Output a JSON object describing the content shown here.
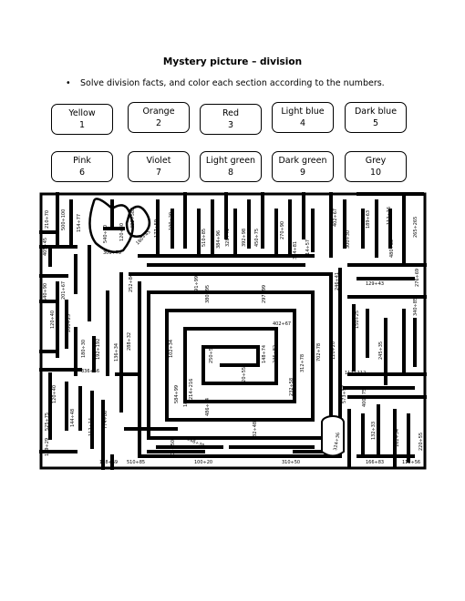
{
  "title": "Mystery picture – division",
  "instruction": "Solve division facts, and color each section according to the numbers.",
  "key": [
    {
      "color": "Yellow",
      "number": "1"
    },
    {
      "color": "Orange",
      "number": "2"
    },
    {
      "color": "Red",
      "number": "3"
    },
    {
      "color": "Light blue",
      "number": "4"
    },
    {
      "color": "Dark blue",
      "number": "5"
    },
    {
      "color": "Pink",
      "number": "6"
    },
    {
      "color": "Violet",
      "number": "7"
    },
    {
      "color": "Light green",
      "number": "8"
    },
    {
      "color": "Dark green",
      "number": "9"
    },
    {
      "color": "Grey",
      "number": "10"
    }
  ],
  "facts": [
    "210÷70",
    "500÷100",
    "154÷77",
    "482÷582",
    "100÷20",
    "250÷50",
    "510÷85",
    "384÷96",
    "328÷41",
    "392÷98",
    "450÷75",
    "270÷90",
    "324÷81",
    "114÷57",
    "402÷67",
    "189÷63",
    "112÷16",
    "265÷265",
    "405÷45",
    "540÷90",
    "120÷30",
    "177÷59",
    "300÷75",
    "180÷45",
    "300÷30",
    "480÷60",
    "540÷90",
    "201÷67",
    "252÷84",
    "891÷99",
    "380÷95",
    "297÷99",
    "246÷41",
    "129÷43",
    "276÷69",
    "120÷40",
    "200÷25",
    "180÷30",
    "192÷192",
    "136÷34",
    "288÷32",
    "270÷30",
    "102÷34",
    "402÷67",
    "250÷51",
    "148÷74",
    "246÷82",
    "312÷78",
    "702÷78",
    "120÷20",
    "150÷25",
    "245÷35",
    "340÷85",
    "128÷64",
    "336÷56",
    "112÷112",
    "214÷216",
    "584÷99",
    "180÷90",
    "486÷54",
    "220÷55",
    "232÷58",
    "573÷97",
    "400÷75",
    "120÷40",
    "525÷75",
    "144÷48",
    "112÷14",
    "119÷29",
    "774÷86",
    "504÷504",
    "266÷38",
    "432÷48",
    "324÷36",
    "132÷33",
    "162÷54",
    "220÷55",
    "138÷69",
    "510÷85",
    "100÷20",
    "560÷80",
    "166÷83",
    "112÷56",
    "310÷50"
  ]
}
